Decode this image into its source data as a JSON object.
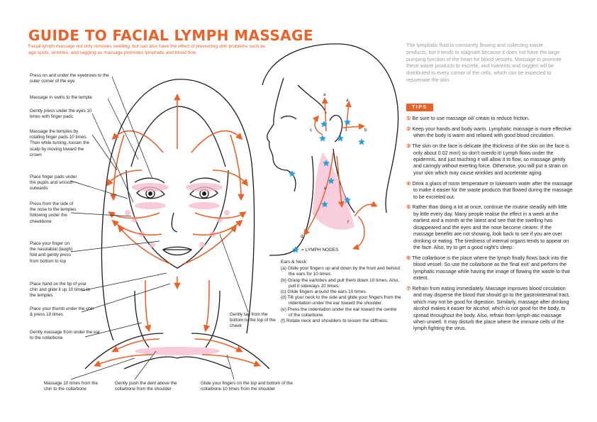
{
  "header": {
    "title": "GUIDE TO FACIAL LYMPH MASSAGE",
    "subtitle": "Facial lymph massage not only removes swelling, but can also have the effect of preventing skin problems such as age spots, wrinkles, and sagging as massage promotes lymphatic and blood flow."
  },
  "colors": {
    "accent": "#e8622a",
    "pink": "#f5b8cf",
    "star": "#2a9fd6"
  },
  "labels": [
    "Press on and under the eyebrows to the outer corner of the eye",
    "Massage in swirls to the temple",
    "Gently press under the eyes 10 times with finger pads",
    "Massage the temples by rotating finger pads 10 times. Then while turning, loosen the scalp by moving toward the crown",
    "Place finger pads under the pupils and smooth outwards",
    "Press from the side of the nose to the temples following under the cheekbone",
    "Place your finger on the nasolabial (laugh) fold and gently press from bottom to top",
    "Place hand on the tip of your chin and glide it up 10 times to the temples",
    "Place your thumb under the chin & press 10 times",
    "Gently massage from under the ear to the collarbone",
    "Massage 10 times from the chin to the collarbone",
    "Gently push the dent above the collarbone from the shoulder",
    "Glide your fingers on the top and bottom of the collarbone 10 times from the shoulder",
    "Gently tap from the bottom to the top of the cheek"
  ],
  "ears_neck": {
    "heading": "Ears & Neck:",
    "items": [
      "(a) Glide your fingers up and down by the front and behind the ears for 10 times.",
      "(b) Grasp the earlobes and pull them down 10 times. Also, pull it sideways 10 times.",
      "(c) Glide fingers around the ears 10 times.",
      "(d) Tilt your neck to the side and glide your fingers from the indentation under the ear toward the shoulder.",
      "(e) Press the indentation under the ear toward the centre of the collarbone.",
      "(f) Rotate neck and shoulders to loosen the stiffness."
    ]
  },
  "profile_letters": [
    "a",
    "a",
    "b",
    "c",
    "d",
    "e",
    "f"
  ],
  "legend": {
    "icon": "star-icon",
    "label": "= LYMPH NODES"
  },
  "intro": "The lymphatic fluid is constantly flowing and collecting waste products, but it tends to stagnate because it does not have the large pumping function of the heart for blood vessels. Massage to promote these waste products to excrete, and nutrients and oxygen will be distributed to every corner of the cells, which can be expected to rejuvenate the skin.",
  "tips_heading": "TIPS",
  "tips": [
    {
      "num": "①",
      "text": "Be sure to use massage oil/ cream to reduce friction."
    },
    {
      "num": "②",
      "text": "Keep your hands and body warm. Lymphatic massage is more effective when the body is warm and relaxed with good blood circulation."
    },
    {
      "num": "③",
      "text": "The skin on the face is delicate (the thickness of the skin on the face is only about 0.02 mm!) so don't overdo it! Lymph flows under the epidermis, and just touching it will allow it to flow, so massage gently and caringly without exerting force. Otherwise, you will put a strain on your skin which may cause wrinkles and accelerate aging."
    },
    {
      "num": "④",
      "text": "Drink a glass of room temperature or lukewarm water after the massage to make it easier for the waste products that flowed during the massage to be excreted out."
    },
    {
      "num": "⑤",
      "text": "Rather than doing a lot at once, continue the routine steadily with little by little every day. Many people realise the effect in a week at the earliest and a month at the latest and see that the swelling has disappeared and the eyes and the nose become clearer. If the massage benefits are not showing, look back to see if you are over drinking or eating. The tiredness of internal organs tends to appear on the face. Also, try to get a good night's sleep."
    },
    {
      "num": "⑥",
      "text": "The collarbone is the place where the lymph finally flows back into the blood vessel. So use the collarbone as the 'final exit' and perform the lymphatic massage while having the image of flowing the waste to that extent."
    },
    {
      "num": "⑦",
      "text": "Refrain from eating immediately. Massage improves blood circulation and may disperse the blood that should go to the gastrointestinal tract, which may not be good for digestion. Similarly, massage after drinking alcohol makes it easier for alcohol, which is not good for the body, to spread throughout the body. Also, refrain from lymph-atic massage when unwell. It may disturb the place where the immune cells of the lymph fighting the virus."
    }
  ]
}
